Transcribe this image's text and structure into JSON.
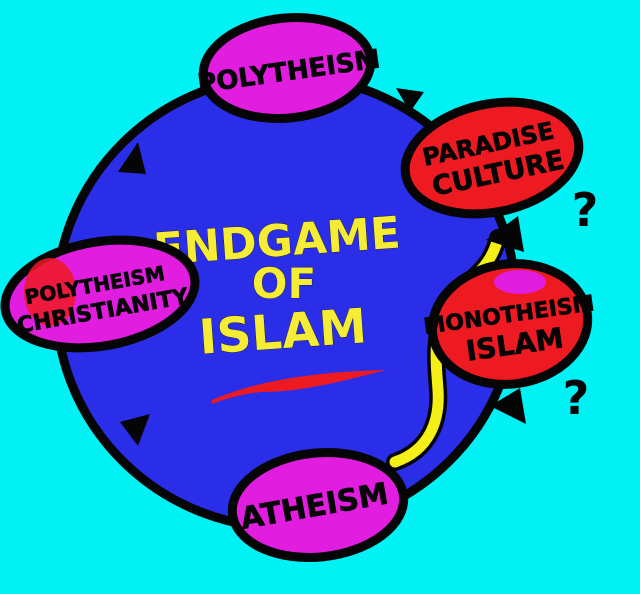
{
  "title": {
    "line1": "ENDGAME",
    "line2": "OF",
    "line3": "ISLAM"
  },
  "nodes": {
    "polytheism": {
      "label": "POLYTHEISM"
    },
    "paradise_culture": {
      "line1": "PARADISE",
      "line2": "CULTURE"
    },
    "polytheism_christianity": {
      "line1": "POLYTHEISM",
      "line2": "CHRISTIANITY"
    },
    "monotheism_islam": {
      "line1": "MONOTHEISM",
      "line2": "ISLAM"
    },
    "atheism": {
      "label": "ATHEISM"
    }
  },
  "question_marks": [
    "?",
    "?"
  ],
  "colors": {
    "background": "#00f2f5",
    "circle": "#2a2ee8",
    "magenta_node": "#e11de0",
    "red_node": "#ee1a21",
    "title_text": "#f4ec35",
    "path": "#f5ef18",
    "outline": "#050506"
  }
}
